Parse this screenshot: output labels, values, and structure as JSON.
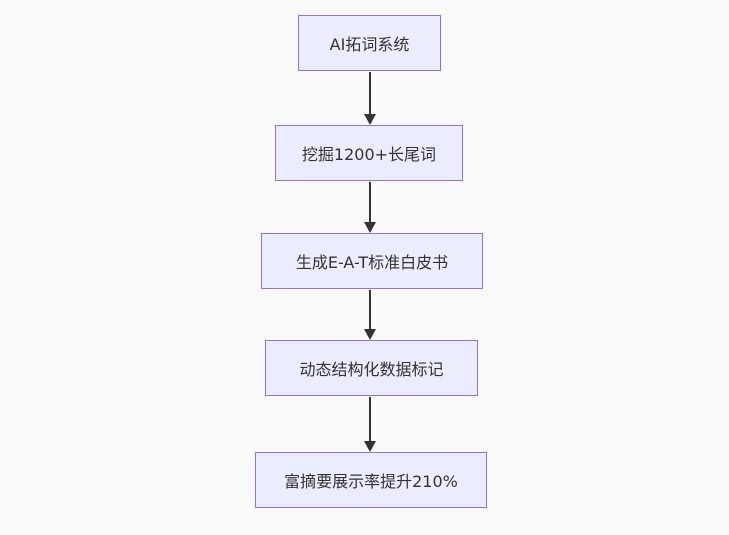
{
  "flowchart": {
    "type": "flowchart-vertical",
    "direction": "top-down",
    "colors": {
      "bg": "#fafafa",
      "node_fill": "#ECECFF",
      "node_border": "#9370DB",
      "text": "#333333",
      "arrow": "#333333"
    },
    "nodes": [
      {
        "id": "A",
        "label": "AI拓词系统"
      },
      {
        "id": "B",
        "label": "挖掘1200+长尾词"
      },
      {
        "id": "C",
        "label": "生成E-A-T标准白皮书"
      },
      {
        "id": "D",
        "label": "动态结构化数据标记"
      },
      {
        "id": "E",
        "label": "富摘要展示率提升210%"
      }
    ],
    "edges": [
      {
        "from": "A",
        "to": "B",
        "style": "arrow-down"
      },
      {
        "from": "B",
        "to": "C",
        "style": "arrow-down"
      },
      {
        "from": "C",
        "to": "D",
        "style": "arrow-down"
      },
      {
        "from": "D",
        "to": "E",
        "style": "arrow-down"
      }
    ]
  }
}
